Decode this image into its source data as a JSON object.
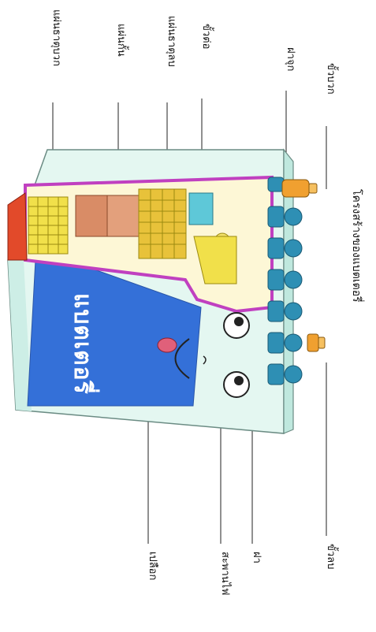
{
  "diagram": {
    "title": "โครงสร้างของแบตเตอรี่",
    "brand_text": "แบตเตอรี่",
    "labels": {
      "positive_plate": "แผ่นธาตุบวก",
      "separator": "แผ่นกั้น",
      "negative_plate": "แผ่นธาตุลบ",
      "connector": "ขั้วต่อ",
      "cap": "ฝาจุก",
      "positive_terminal": "ขั้วบวก",
      "negative_terminal": "ขั้วลบ",
      "lid": "ฝา",
      "electrolyte": "สะพานไฟ",
      "case": "เปลือก"
    },
    "colors": {
      "case_front": "#e4f7f1",
      "case_side": "#bfe8de",
      "label_panel": "#3470d8",
      "cell_frame": "#c040c0",
      "positive_plate": "#f1e04a",
      "separator": "#d98c66",
      "negative_plate": "#e8c23a",
      "terminal": "#f0a030",
      "cap": "#2e8fb4"
    }
  }
}
